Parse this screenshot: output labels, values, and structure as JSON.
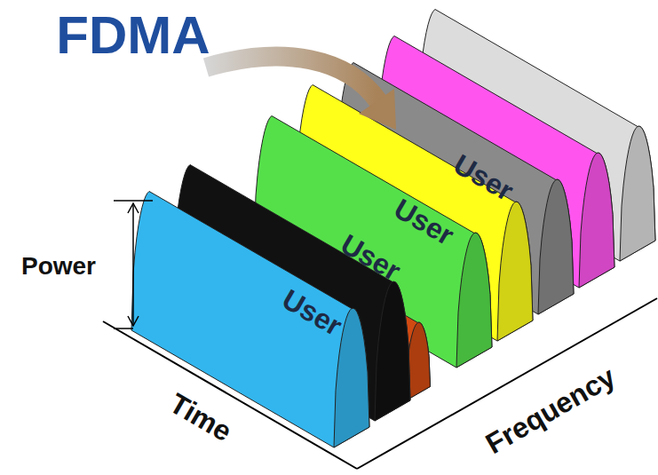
{
  "diagram": {
    "title": "FDMA",
    "labels": [
      "User",
      "User",
      "User",
      "Power",
      "User",
      "Time",
      "Frequency"
    ]
  }
}
